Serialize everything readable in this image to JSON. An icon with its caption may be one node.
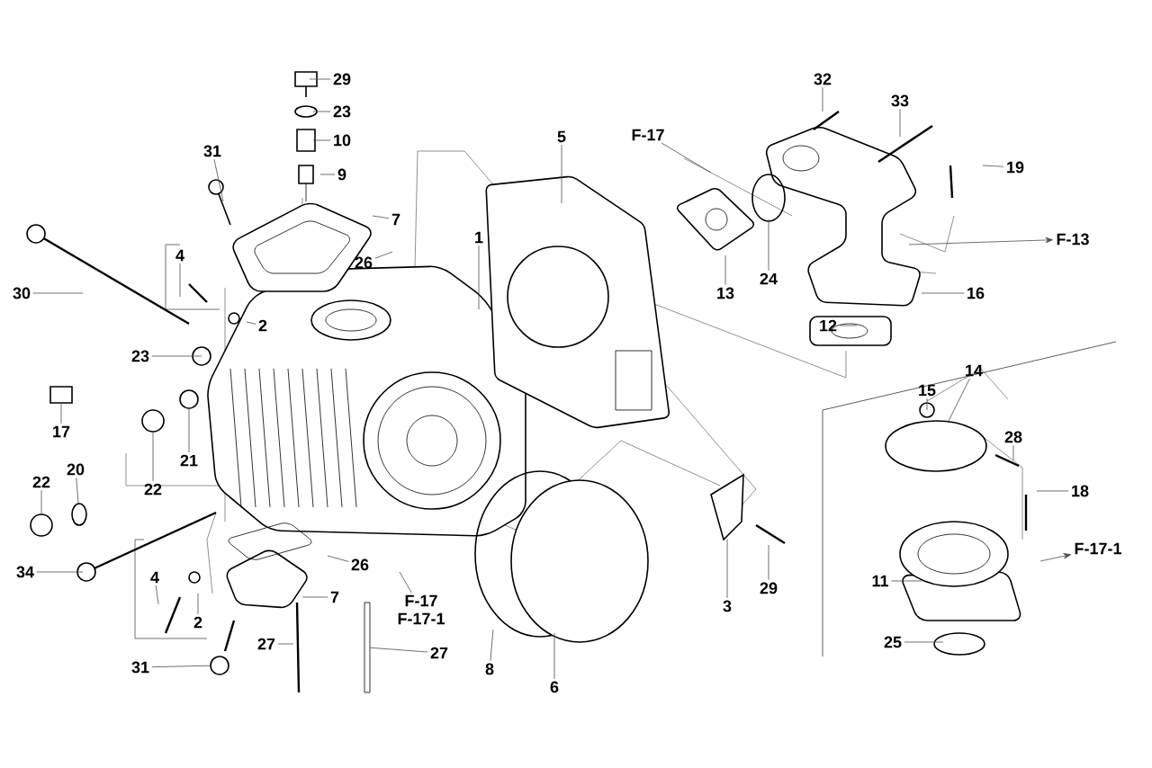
{
  "diagram": {
    "nodes": [
      {
        "text": [
          "29"
        ]
      },
      {
        "text": [
          "23"
        ]
      },
      {
        "text": [
          "10"
        ]
      },
      {
        "text": [
          "9"
        ]
      },
      {
        "text": [
          "31"
        ]
      },
      {
        "text": [
          "7"
        ]
      },
      {
        "text": [
          "4"
        ]
      },
      {
        "text": [
          "2"
        ]
      },
      {
        "text": [
          "26"
        ]
      },
      {
        "text": [
          "1"
        ]
      },
      {
        "text": [
          "5"
        ]
      },
      {
        "text": [
          "F-17"
        ]
      },
      {
        "text": [
          "13"
        ]
      },
      {
        "text": [
          "24"
        ]
      },
      {
        "text": [
          "32"
        ]
      },
      {
        "text": [
          "33"
        ]
      },
      {
        "text": [
          "19"
        ]
      },
      {
        "text": [
          "F-13"
        ]
      },
      {
        "text": [
          "16"
        ]
      },
      {
        "text": [
          "12"
        ]
      },
      {
        "text": [
          "30"
        ]
      },
      {
        "text": [
          "23"
        ]
      },
      {
        "text": [
          "17"
        ]
      },
      {
        "text": [
          "22"
        ]
      },
      {
        "text": [
          "21"
        ]
      },
      {
        "text": [
          "22"
        ]
      },
      {
        "text": [
          "20"
        ]
      },
      {
        "text": [
          "34"
        ]
      },
      {
        "text": [
          "4"
        ]
      },
      {
        "text": [
          "2"
        ]
      },
      {
        "text": [
          "31"
        ]
      },
      {
        "text": [
          "7"
        ]
      },
      {
        "text": [
          "26"
        ]
      },
      {
        "text": [
          "27"
        ]
      },
      {
        "text": [
          "27"
        ]
      },
      {
        "text": [
          "F-17",
          "F-17-1"
        ]
      },
      {
        "text": [
          "8"
        ]
      },
      {
        "text": [
          "6"
        ]
      },
      {
        "text": [
          "3"
        ]
      },
      {
        "text": [
          "29"
        ]
      },
      {
        "text": [
          "14"
        ]
      },
      {
        "text": [
          "15"
        ]
      },
      {
        "text": [
          "28"
        ]
      },
      {
        "text": [
          "18"
        ]
      },
      {
        "text": [
          "F-17-1"
        ]
      },
      {
        "text": [
          "11"
        ]
      },
      {
        "text": [
          "25"
        ]
      },
      {
        "text": [],
        "shape": "circle"
      },
      {
        "text": [],
        "shape": "ring"
      },
      {
        "text": [],
        "shape": "circle"
      },
      {
        "text": [],
        "shape": "bar"
      },
      {
        "text": [],
        "shape": "ring"
      },
      {
        "text": [],
        "shape": "circle"
      }
    ],
    "edges": [
      {
        "from": 0,
        "to": null,
        "arrow": "none"
      },
      {
        "from": 1,
        "to": null,
        "arrow": "none"
      },
      {
        "from": 2,
        "to": null,
        "arrow": "none"
      },
      {
        "from": 3,
        "to": null,
        "arrow": "none"
      },
      {
        "from": 4,
        "to": null,
        "arrow": "none"
      },
      {
        "from": 5,
        "to": null,
        "arrow": "none"
      },
      {
        "from": 6,
        "to": null,
        "arrow": "none"
      },
      {
        "from": 7,
        "to": null,
        "arrow": "none"
      },
      {
        "from": 8,
        "to": null,
        "arrow": "none"
      },
      {
        "from": 9,
        "to": null,
        "arrow": "none"
      },
      {
        "from": 10,
        "to": null,
        "arrow": "none"
      },
      {
        "from": 11,
        "to": null,
        "arrow": "none"
      },
      {
        "from": 12,
        "to": null,
        "arrow": "none"
      },
      {
        "from": 13,
        "to": null,
        "arrow": "none"
      },
      {
        "from": 14,
        "to": null,
        "arrow": "none"
      },
      {
        "from": 15,
        "to": null,
        "arrow": "none"
      },
      {
        "from": 16,
        "to": null,
        "arrow": "none"
      },
      {
        "from": null,
        "to": 17,
        "arrow": "to"
      },
      {
        "from": 18,
        "to": null,
        "arrow": "none"
      },
      {
        "from": 19,
        "to": null,
        "arrow": "none"
      },
      {
        "from": 20,
        "to": null,
        "arrow": "none"
      },
      {
        "from": 21,
        "to": null,
        "arrow": "none"
      },
      {
        "from": 22,
        "to": null,
        "arrow": "none"
      },
      {
        "from": 23,
        "to": 47,
        "arrow": "none"
      },
      {
        "from": 24,
        "to": 52,
        "arrow": "none"
      },
      {
        "from": 25,
        "to": null,
        "arrow": "none"
      },
      {
        "from": 26,
        "to": 48,
        "arrow": "none"
      },
      {
        "from": 27,
        "to": null,
        "arrow": "none"
      },
      {
        "from": 28,
        "to": null,
        "arrow": "none"
      },
      {
        "from": 29,
        "to": null,
        "arrow": "none"
      },
      {
        "from": 30,
        "to": 49,
        "arrow": "none"
      },
      {
        "from": 31,
        "to": null,
        "arrow": "none"
      },
      {
        "from": 32,
        "to": null,
        "arrow": "none"
      },
      {
        "from": 33,
        "to": null,
        "arrow": "none"
      },
      {
        "from": 34,
        "to": 50,
        "arrow": "none"
      },
      {
        "from": 35,
        "to": null,
        "arrow": "none"
      },
      {
        "from": 36,
        "to": null,
        "arrow": "none"
      },
      {
        "from": 37,
        "to": null,
        "arrow": "none"
      },
      {
        "from": 38,
        "to": null,
        "arrow": "none"
      },
      {
        "from": 39,
        "to": null,
        "arrow": "none"
      },
      {
        "from": 40,
        "to": 51,
        "arrow": "none"
      },
      {
        "from": 41,
        "to": null,
        "arrow": "none"
      },
      {
        "from": 42,
        "to": null,
        "arrow": "none"
      },
      {
        "from": 43,
        "to": null,
        "arrow": "none"
      },
      {
        "from": null,
        "to": 44,
        "arrow": "to"
      },
      {
        "from": 45,
        "to": null,
        "arrow": "none"
      },
      {
        "from": 46,
        "to": null,
        "arrow": "none"
      }
    ]
  }
}
